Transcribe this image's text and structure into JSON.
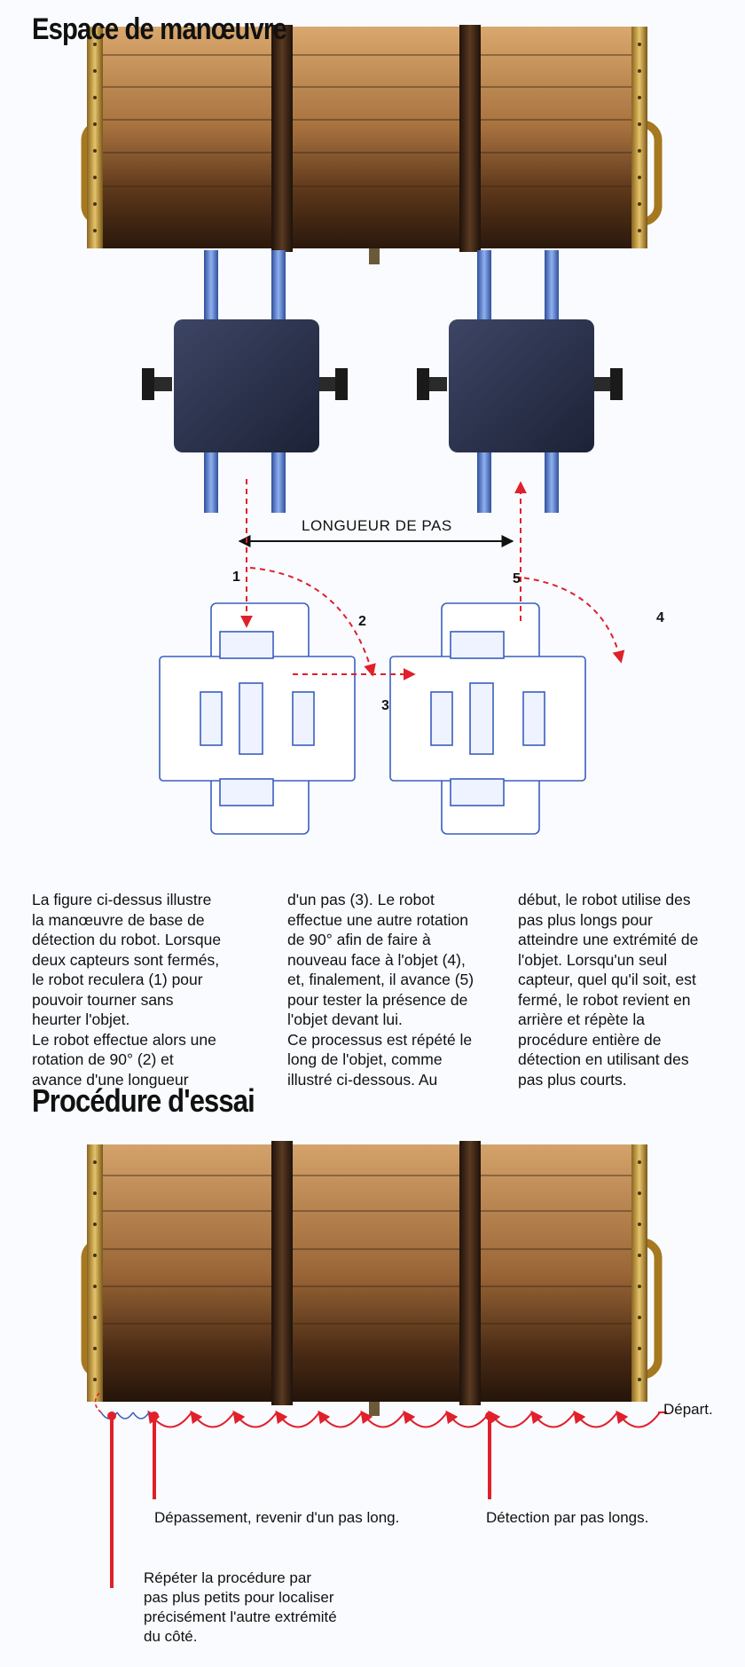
{
  "title_maneuver": "Espace de manœuvre",
  "title_test": "Procédure d'essai",
  "step_length_label": "LONGUEUR DE PAS",
  "steps": [
    "1",
    "2",
    "3",
    "4",
    "5"
  ],
  "caption": {
    "col1": "La figure ci-dessus illustre la manœuvre de base de détection du robot. Lorsque deux capteurs sont fermés, le robot reculera (1) pour pouvoir tourner sans heurter l'objet.",
    "col1b": "Le robot effectue alors une rotation de 90° (2) et avance d'une longueur",
    "col2": "d'un pas (3). Le robot effectue une autre rotation de 90° afin de faire à nouveau face à l'objet (4), et, finalement, il avance (5) pour tester la présence de l'objet devant lui.",
    "col2b": "Ce processus est répété le long de l'objet, comme illustré ci-dessous. Au",
    "col3": "début, le robot utilise des pas plus longs pour atteindre une extrémité de l'objet. Lorsqu'un seul capteur, quel qu'il soit, est fermé, le robot revient en arrière et répète la procédure entière de détection en utilisant des pas plus courts."
  },
  "labels": {
    "depart": "Départ.",
    "overshoot": "Dépassement, revenir d'un pas long.",
    "long_steps": "Détection par pas longs.",
    "repeat": "Répéter la procédure par pas plus petits pour localiser précisément l'autre extrémité du côté."
  },
  "colors": {
    "wood_light": "#c99a63",
    "wood_dark": "#3a2414",
    "brass": "#c9a24a",
    "robot_body": "#2b3350",
    "wheel_blue": "#5b7fd0",
    "path_red": "#e0202a",
    "outline_blue": "#3a5fc0"
  }
}
